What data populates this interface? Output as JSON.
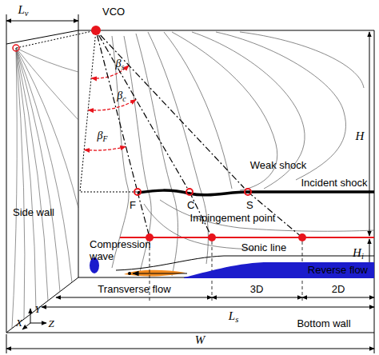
{
  "diagram": {
    "nodes": [
      {
        "text": [
          "VCO"
        ]
      },
      {
        "text": [
          "F"
        ]
      },
      {
        "text": [
          "C"
        ]
      },
      {
        "text": [
          "S"
        ]
      },
      {
        "text": [
          "Reverse flow"
        ]
      }
    ],
    "edges": [
      {
        "from": 0,
        "to": 1,
        "arrow": "none"
      },
      {
        "from": 0,
        "to": 2,
        "arrow": "none"
      },
      {
        "from": 0,
        "to": 3,
        "arrow": "none"
      }
    ],
    "labels": [
      "Lv",
      "βs",
      "βc",
      "βF",
      "Weak shock",
      "Incident shock",
      "H",
      "Impingement point",
      "Side wall",
      "Compression wave",
      "Sonic line",
      "Hi",
      "Y",
      "X",
      "Z",
      "Transverse flow",
      "3D",
      "2D",
      "Ls",
      "Bottom wall",
      "W"
    ]
  }
}
